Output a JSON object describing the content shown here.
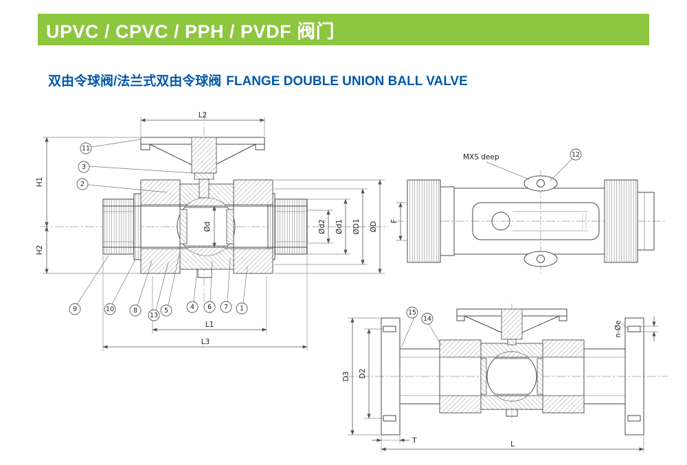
{
  "colors": {
    "header_bg": "#8dc63f",
    "header_text": "#ffffff",
    "subtitle_text": "#0058a9",
    "drawing_line": "#474747"
  },
  "header": {
    "title": "UPVC / CPVC / PPH / PVDF 阀门"
  },
  "subtitle": {
    "cn": "双由令球阀/法兰式双由令球阀",
    "en": "FLANGE DOUBLE UNION BALL VALVE"
  },
  "front_view": {
    "dims": {
      "L2": "L2",
      "H1": "H1",
      "H2": "H2",
      "Od": "Ød",
      "Od2": "Ød2",
      "Od1": "Ød1",
      "OD1": "ØD1",
      "OD": "ØD",
      "L1": "L1",
      "L3": "L3"
    },
    "callouts": {
      "n1": "1",
      "n2": "2",
      "n3": "3",
      "n4": "4",
      "n5": "5",
      "n6": "6",
      "n7": "7",
      "n8": "8",
      "n9": "9",
      "n10": "10",
      "n11": "11",
      "n13": "13"
    }
  },
  "side_view": {
    "label_mxs_deep": "MXS deep",
    "dims": {
      "F": "F"
    },
    "callouts": {
      "n12": "12"
    }
  },
  "flange_view": {
    "dims": {
      "D3": "D3",
      "D2": "D2",
      "T": "T",
      "L": "L",
      "n_Oe": "n-Øe"
    },
    "callouts": {
      "n14": "14",
      "n15": "15"
    }
  }
}
